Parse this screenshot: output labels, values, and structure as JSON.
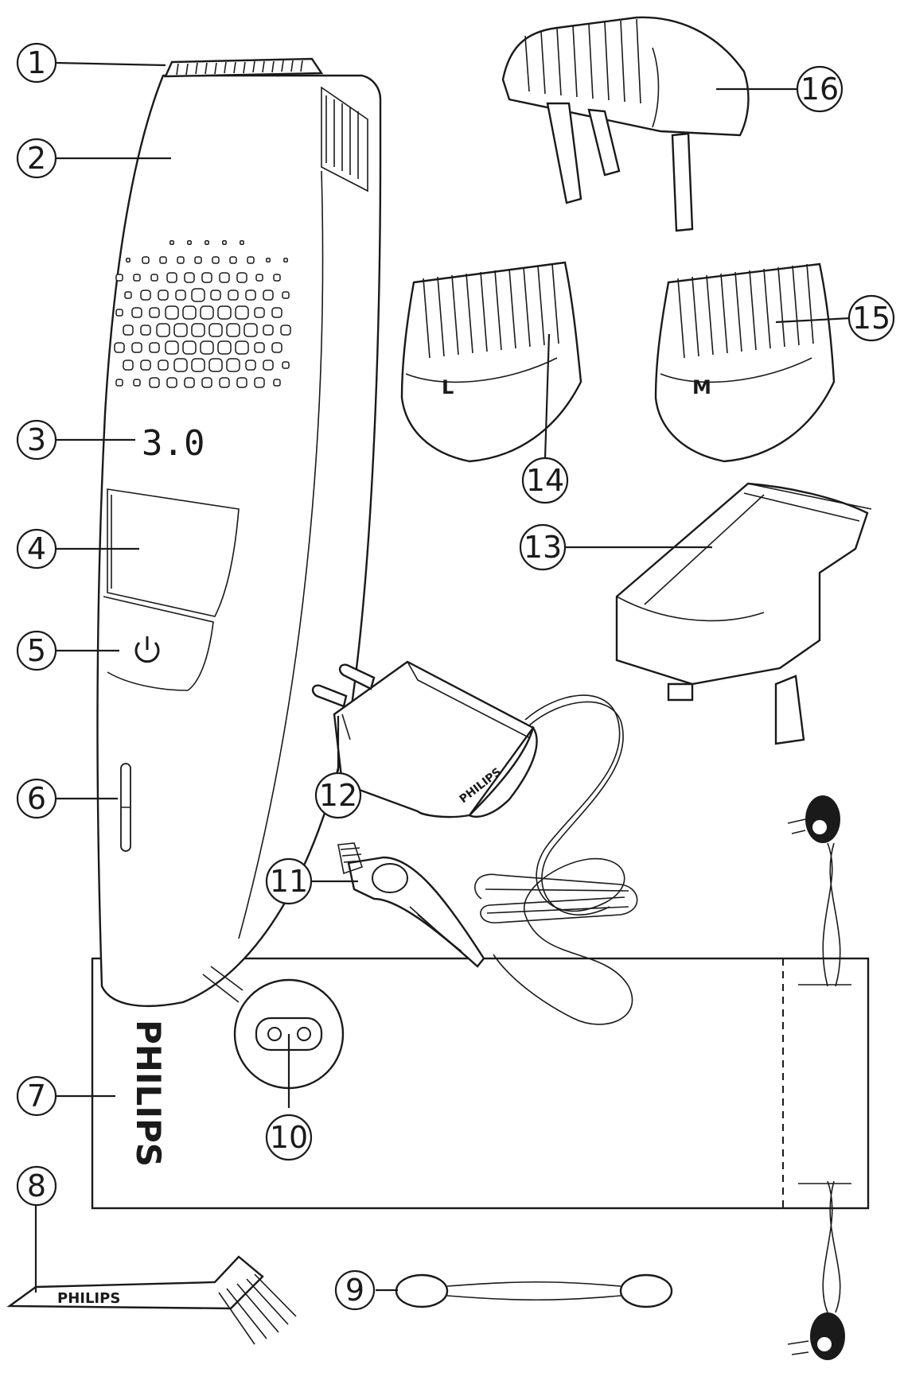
{
  "display_value": "3.0",
  "brand": "PHILIPS",
  "comb_letters": {
    "l": "L",
    "m": "M"
  },
  "callouts": {
    "c1": "1",
    "c2": "2",
    "c3": "3",
    "c4": "4",
    "c5": "5",
    "c6": "6",
    "c7": "7",
    "c8": "8",
    "c9": "9",
    "c10": "10",
    "c11": "11",
    "c12": "12",
    "c13": "13",
    "c14": "14",
    "c15": "15",
    "c16": "16"
  }
}
